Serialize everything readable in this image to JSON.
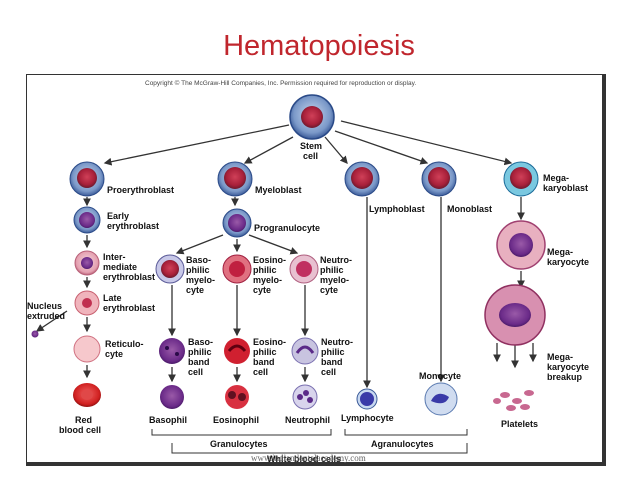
{
  "slide": {
    "title": "Hematopoiesis",
    "copyright": "Copyright © The McGraw-Hill Companies, Inc. Permission required for reproduction or display.",
    "watermark": "www.indiandentalacademy.com"
  },
  "diagram": {
    "root": {
      "label_1": "Stem",
      "label_2": "cell"
    },
    "cells": {
      "proerythroblast": "Proerythroblast",
      "early_erythroblast": [
        "Early",
        "erythroblast"
      ],
      "intermediate_erythroblast": [
        "Inter-",
        "mediate",
        "erythroblast"
      ],
      "late_erythroblast": [
        "Late",
        "erythroblast"
      ],
      "nucleus_extruded": [
        "Nucleus",
        "extruded"
      ],
      "reticulocyte": [
        "Reticulo-",
        "cyte"
      ],
      "red_blood_cell": [
        "Red",
        "blood cell"
      ],
      "myeloblast": "Myeloblast",
      "progranulocyte": "Progranulocyte",
      "basophilic_myelocyte": [
        "Baso-",
        "philic",
        "myelo-",
        "cyte"
      ],
      "eosinophilic_myelocyte": [
        "Eosino-",
        "philic",
        "myelo-",
        "cyte"
      ],
      "neutrophilic_myelocyte": [
        "Neutro-",
        "philic",
        "myelo-",
        "cyte"
      ],
      "basophilic_band": [
        "Baso-",
        "philic",
        "band",
        "cell"
      ],
      "eosinophilic_band": [
        "Eosino-",
        "philic",
        "band",
        "cell"
      ],
      "neutrophilic_band": [
        "Neutro-",
        "philic",
        "band",
        "cell"
      ],
      "basophil": "Basophil",
      "eosinophil": "Eosinophil",
      "neutrophil": "Neutrophil",
      "lymphoblast": "Lymphoblast",
      "lymphocyte": "Lymphocyte",
      "monoblast": "Monoblast",
      "monocyte": "Monocyte",
      "megakaryoblast": [
        "Mega-",
        "karyoblast"
      ],
      "megakaryocyte": [
        "Mega-",
        "karyocyte"
      ],
      "megakaryocyte_breakup": [
        "Mega-",
        "karyocyte",
        "breakup"
      ],
      "platelets": "Platelets"
    },
    "groups": {
      "granulocytes": "Granulocytes",
      "agranulocytes": "Agranulocytes",
      "white_blood_cells": "White blood cells"
    }
  }
}
